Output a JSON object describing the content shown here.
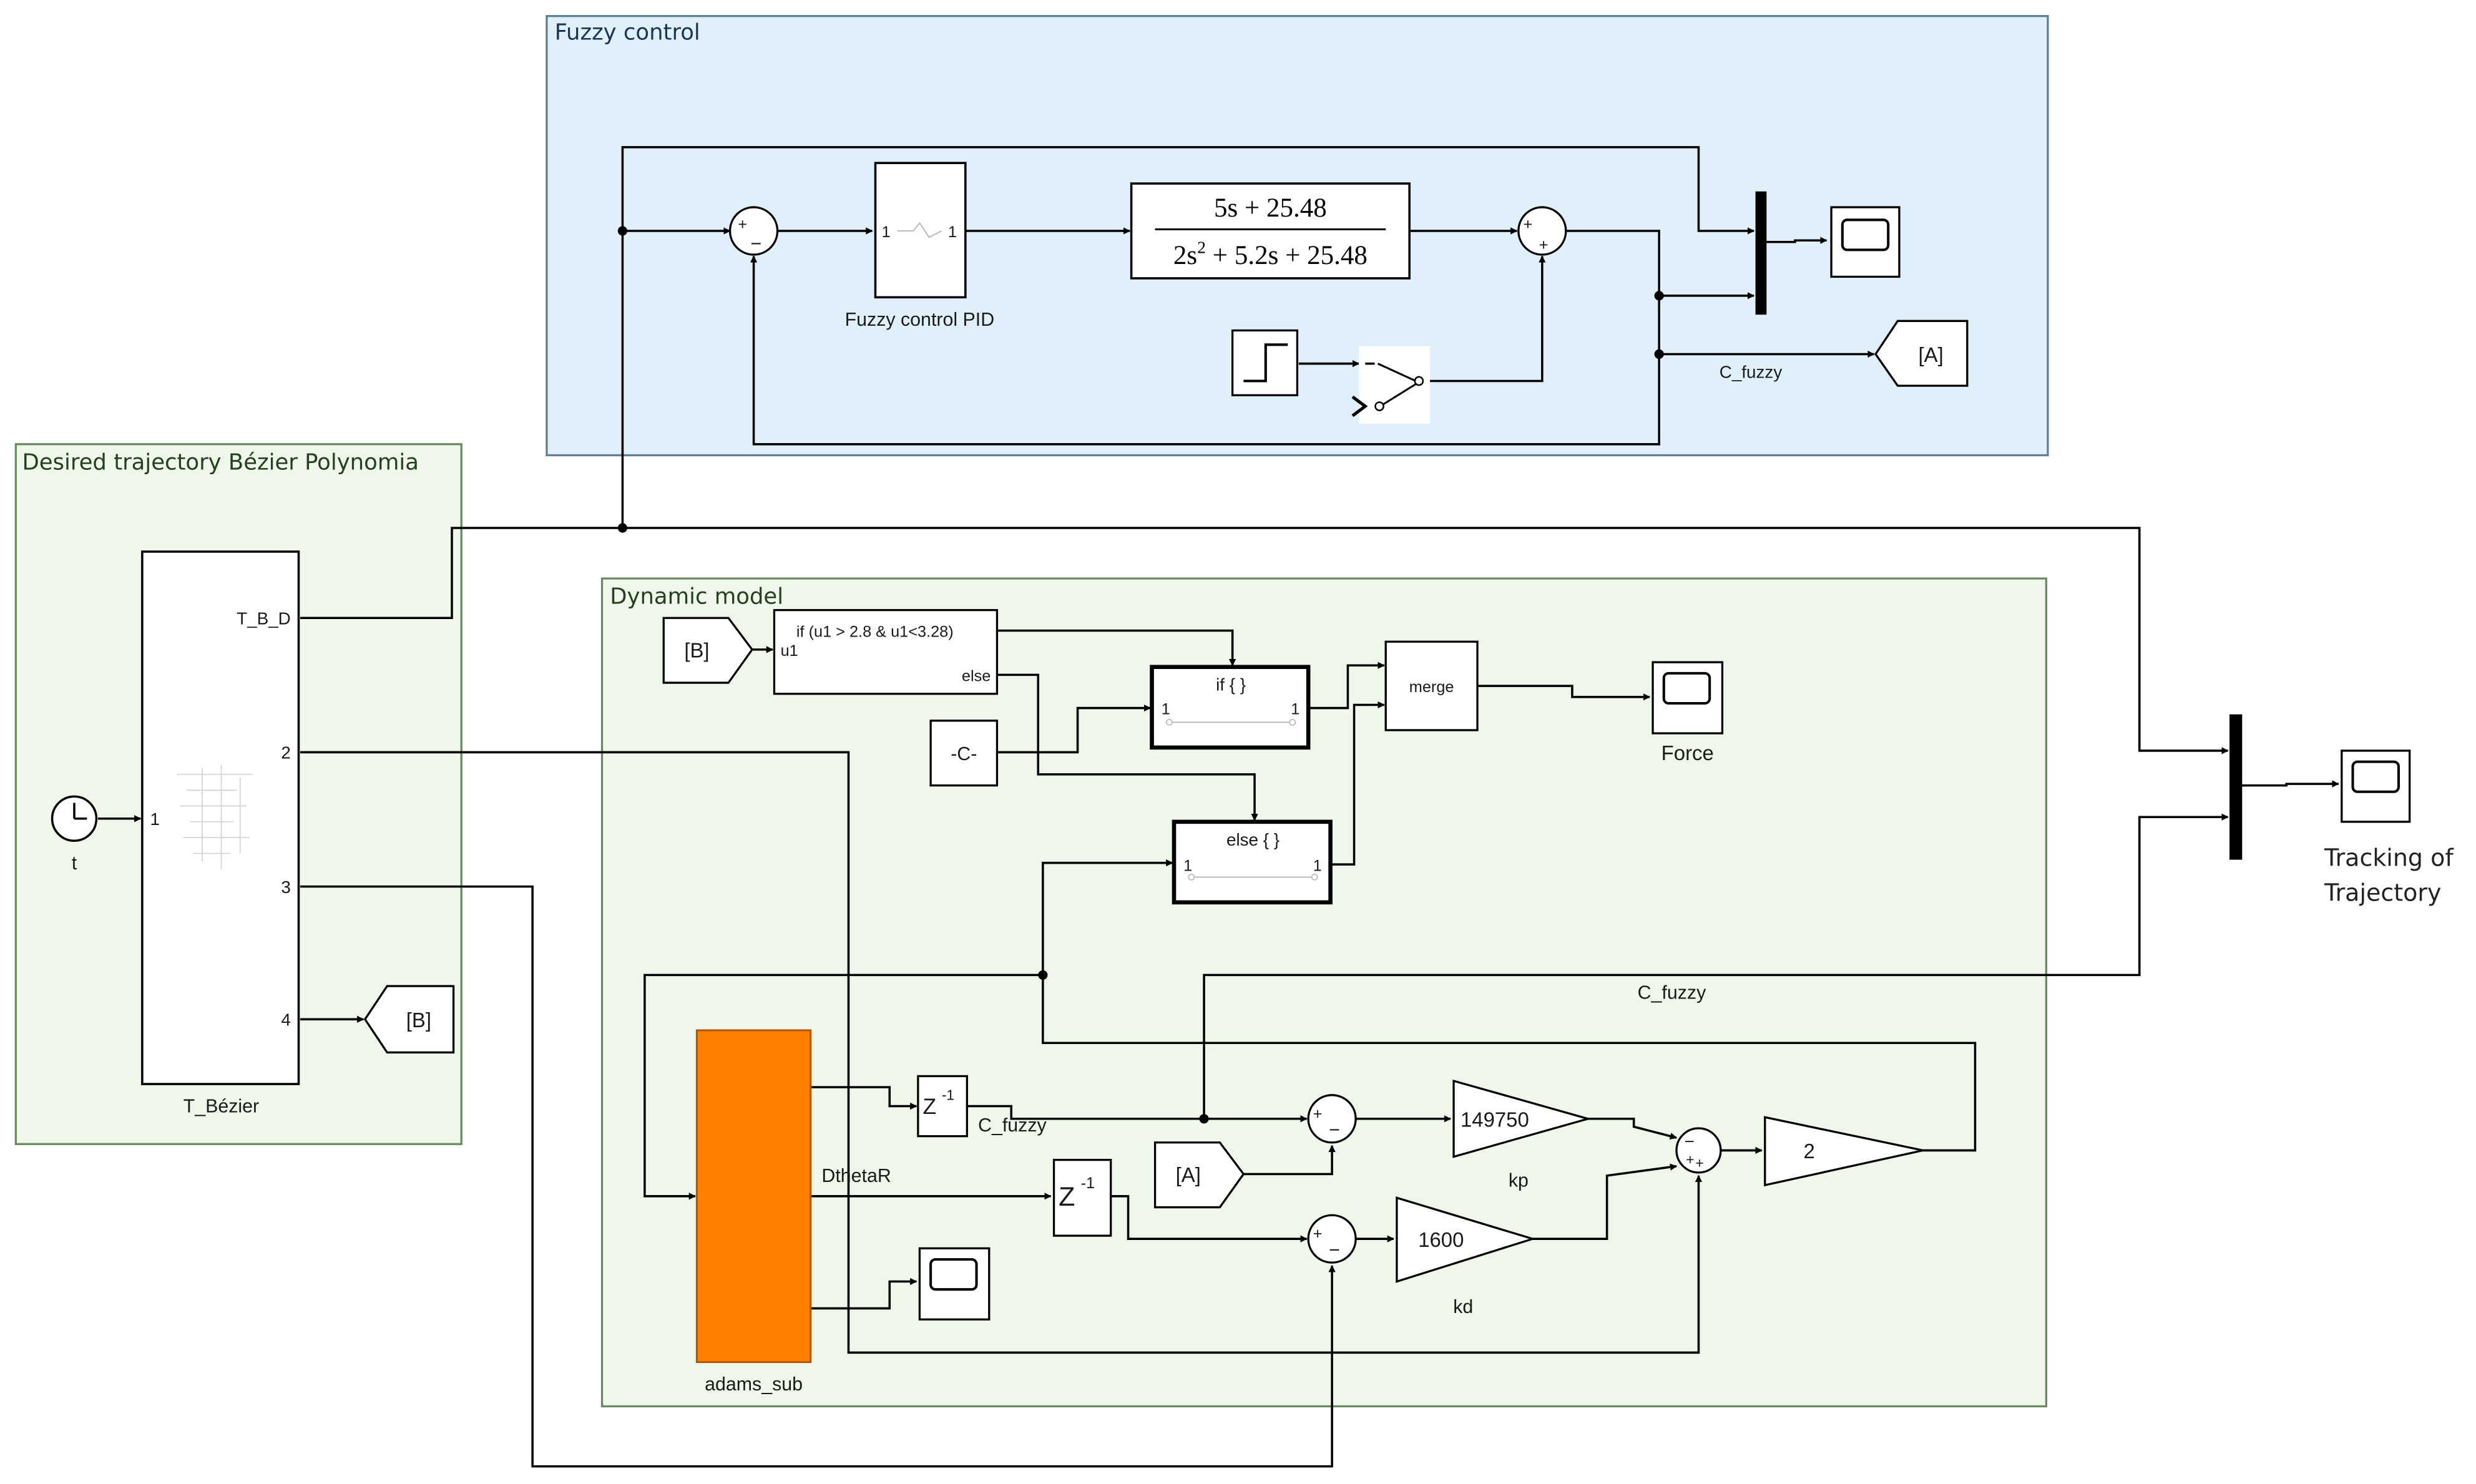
{
  "groups": {
    "fuzzy": "Fuzzy control",
    "desired": "Desired trajectory Bézier Polynomia",
    "dynamic": "Dynamic model"
  },
  "blocks": {
    "fuzzy_pid": {
      "label": "Fuzzy control  PID",
      "in_port": "1",
      "out_port": "1"
    },
    "tf": {
      "numerator": "5s + 25.48",
      "den_a": "2s",
      "den_sup": "2",
      "den_b": " + 5.2s + 25.48"
    },
    "goto_a": "[A]",
    "from_b": "[B]",
    "from_a": "[A]",
    "goto_b": "[B]",
    "bezier": {
      "label": "T_Bézier",
      "in_port": "1",
      "ports": [
        "T_B_D",
        "2",
        "3",
        "4"
      ]
    },
    "clock": "t",
    "if_block": {
      "cond": "if (u1 > 2.8 & u1<3.28)",
      "in": "u1",
      "else": "else"
    },
    "if_action": {
      "label": "if { }",
      "in": "1",
      "out": "1"
    },
    "else_action": {
      "label": "else { }",
      "in": "1",
      "out": "1"
    },
    "constant": "-C-",
    "merge": "merge",
    "force_scope": "Force",
    "tracking_scope": "Tracking of\nTrajectory",
    "adams": "adams_sub",
    "delay": "Z",
    "delay_exp": "-1",
    "kp": {
      "value": "149750",
      "label": "kp"
    },
    "kd": {
      "value": "1600",
      "label": "kd"
    },
    "gain2": "2"
  },
  "signals": {
    "c_fuzzy_top": "C_fuzzy",
    "c_fuzzy_mid": "C_fuzzy",
    "c_fuzzy_low": "C_fuzzy",
    "dthetar": "DthetaR"
  },
  "sum_signs": {
    "s1": [
      "+",
      "−"
    ],
    "s2": [
      "+",
      "+"
    ],
    "s3": [
      "+",
      "−"
    ],
    "s4": [
      "+",
      "−"
    ],
    "s5": [
      "−",
      "+",
      "+"
    ]
  },
  "colors": {
    "fuzzy_bg": "#dff0fa",
    "dynamic_bg": "#eff6ea",
    "desired_bg": "#eff6ea",
    "group_border": "#6b8a62",
    "adams": "#ff7f00"
  }
}
